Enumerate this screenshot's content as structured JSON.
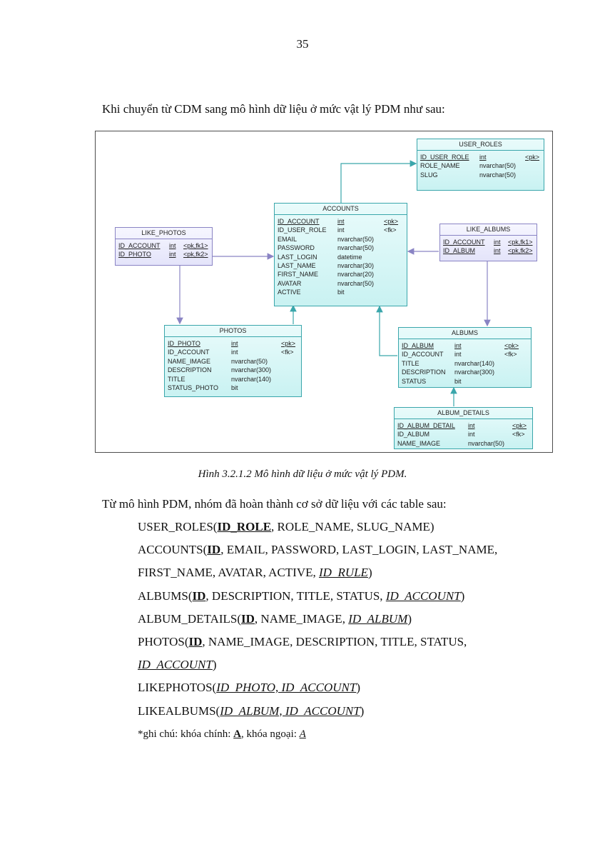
{
  "page_number": "35",
  "intro_text": "Khi chuyển từ CDM sang mô hình dữ liệu ở mức vật lý PDM như sau:",
  "diagram": {
    "user_roles": {
      "title": "USER_ROLES",
      "rows": [
        {
          "name": "ID_USER_ROLE",
          "type": "int",
          "key": "<pk>"
        },
        {
          "name": "ROLE_NAME",
          "type": "nvarchar(50)",
          "key": ""
        },
        {
          "name": "SLUG",
          "type": "nvarchar(50)",
          "key": ""
        }
      ]
    },
    "accounts": {
      "title": "ACCOUNTS",
      "rows": [
        {
          "name": "ID_ACCOUNT",
          "type": "int",
          "key": "<pk>"
        },
        {
          "name": "ID_USER_ROLE",
          "type": "int",
          "key": "<fk>"
        },
        {
          "name": "EMAIL",
          "type": "nvarchar(50)",
          "key": ""
        },
        {
          "name": "PASSWORD",
          "type": "nvarchar(50)",
          "key": ""
        },
        {
          "name": "LAST_LOGIN",
          "type": "datetime",
          "key": ""
        },
        {
          "name": "LAST_NAME",
          "type": "nvarchar(30)",
          "key": ""
        },
        {
          "name": "FIRST_NAME",
          "type": "nvarchar(20)",
          "key": ""
        },
        {
          "name": "AVATAR",
          "type": "nvarchar(50)",
          "key": ""
        },
        {
          "name": "ACTIVE",
          "type": "bit",
          "key": ""
        }
      ]
    },
    "like_photos": {
      "title": "LIKE_PHOTOS",
      "rows": [
        {
          "name": "ID_ACCOUNT",
          "type": "int",
          "key": "<pk,fk1>"
        },
        {
          "name": "ID_PHOTO",
          "type": "int",
          "key": "<pk,fk2>"
        }
      ]
    },
    "like_albums": {
      "title": "LIKE_ALBUMS",
      "rows": [
        {
          "name": "ID_ACCOUNT",
          "type": "int",
          "key": "<pk,fk1>"
        },
        {
          "name": "ID_ALBUM",
          "type": "int",
          "key": "<pk,fk2>"
        }
      ]
    },
    "photos": {
      "title": "PHOTOS",
      "rows": [
        {
          "name": "ID_PHOTO",
          "type": "int",
          "key": "<pk>"
        },
        {
          "name": "ID_ACCOUNT",
          "type": "int",
          "key": "<fk>"
        },
        {
          "name": "NAME_IMAGE",
          "type": "nvarchar(50)",
          "key": ""
        },
        {
          "name": "DESCRIPTION",
          "type": "nvarchar(300)",
          "key": ""
        },
        {
          "name": "TITLE",
          "type": "nvarchar(140)",
          "key": ""
        },
        {
          "name": "STATUS_PHOTO",
          "type": "bit",
          "key": ""
        }
      ]
    },
    "albums": {
      "title": "ALBUMS",
      "rows": [
        {
          "name": "ID_ALBUM",
          "type": "int",
          "key": "<pk>"
        },
        {
          "name": "ID_ACCOUNT",
          "type": "int",
          "key": "<fk>"
        },
        {
          "name": "TITLE",
          "type": "nvarchar(140)",
          "key": ""
        },
        {
          "name": "DESCRIPTION",
          "type": "nvarchar(300)",
          "key": ""
        },
        {
          "name": "STATUS",
          "type": "bit",
          "key": ""
        }
      ]
    },
    "album_details": {
      "title": "ALBUM_DETAILS",
      "rows": [
        {
          "name": "ID_ALBUM_DETAIL",
          "type": "int",
          "key": "<pk>"
        },
        {
          "name": "ID_ALBUM",
          "type": "int",
          "key": "<fk>"
        },
        {
          "name": "NAME_IMAGE",
          "type": "nvarchar(50)",
          "key": ""
        }
      ]
    },
    "colors": {
      "entity_border": "#3aa6ab",
      "entity_fill": "#c9f2f2",
      "assoc_border": "#8a84c4",
      "assoc_fill": "#e4e4fa",
      "link": "#3aa6ab",
      "assoc_link": "#8a84c4"
    }
  },
  "caption": "Hình 3.2.1.2 Mô hình dữ liệu ở mức vật lý PDM.",
  "paragraph": "Từ mô hình PDM, nhóm đã hoàn thành cơ sở dữ liệu với các table sau:",
  "schema": {
    "user_roles": {
      "name": "USER_ROLES(",
      "pk": "ID_ROLE",
      "rest": ", ROLE_NAME, SLUG_NAME)"
    },
    "accounts": {
      "name": "ACCOUNTS(",
      "pk": "ID",
      "rest": ", EMAIL, PASSWORD, LAST_LOGIN, LAST_NAME,",
      "rest2": "FIRST_NAME, AVATAR, ACTIVE, ",
      "fk": "ID_RULE",
      "end": ")"
    },
    "albums": {
      "name": "ALBUMS(",
      "pk": "ID",
      "rest": ", DESCRIPTION, TITLE, STATUS, ",
      "fk": "ID_ACCOUNT",
      "end": ")"
    },
    "album_details": {
      "name": "ALBUM_DETAILS(",
      "pk": "ID",
      "rest": ", NAME_IMAGE, ",
      "fk": "ID_ALBUM",
      "end": ")"
    },
    "photos": {
      "name": "PHOTOS(",
      "pk": "ID",
      "rest": ", NAME_IMAGE, DESCRIPTION, TITLE, STATUS,",
      "fk": "ID_ACCOUNT",
      "end": ")"
    },
    "likephotos": {
      "name": "LIKEPHOTOS(",
      "fk": "ID_PHOTO, ID_ACCOUNT",
      "end": ")"
    },
    "likealbums": {
      "name": "LIKEALBUMS(",
      "fk": "ID_ALBUM, ID_ACCOUNT",
      "end": ")"
    },
    "note": {
      "prefix": "*ghi chú: khóa chính: ",
      "pk_sample": "A",
      "mid": ", khóa ngoại: ",
      "fk_sample": "A"
    }
  }
}
